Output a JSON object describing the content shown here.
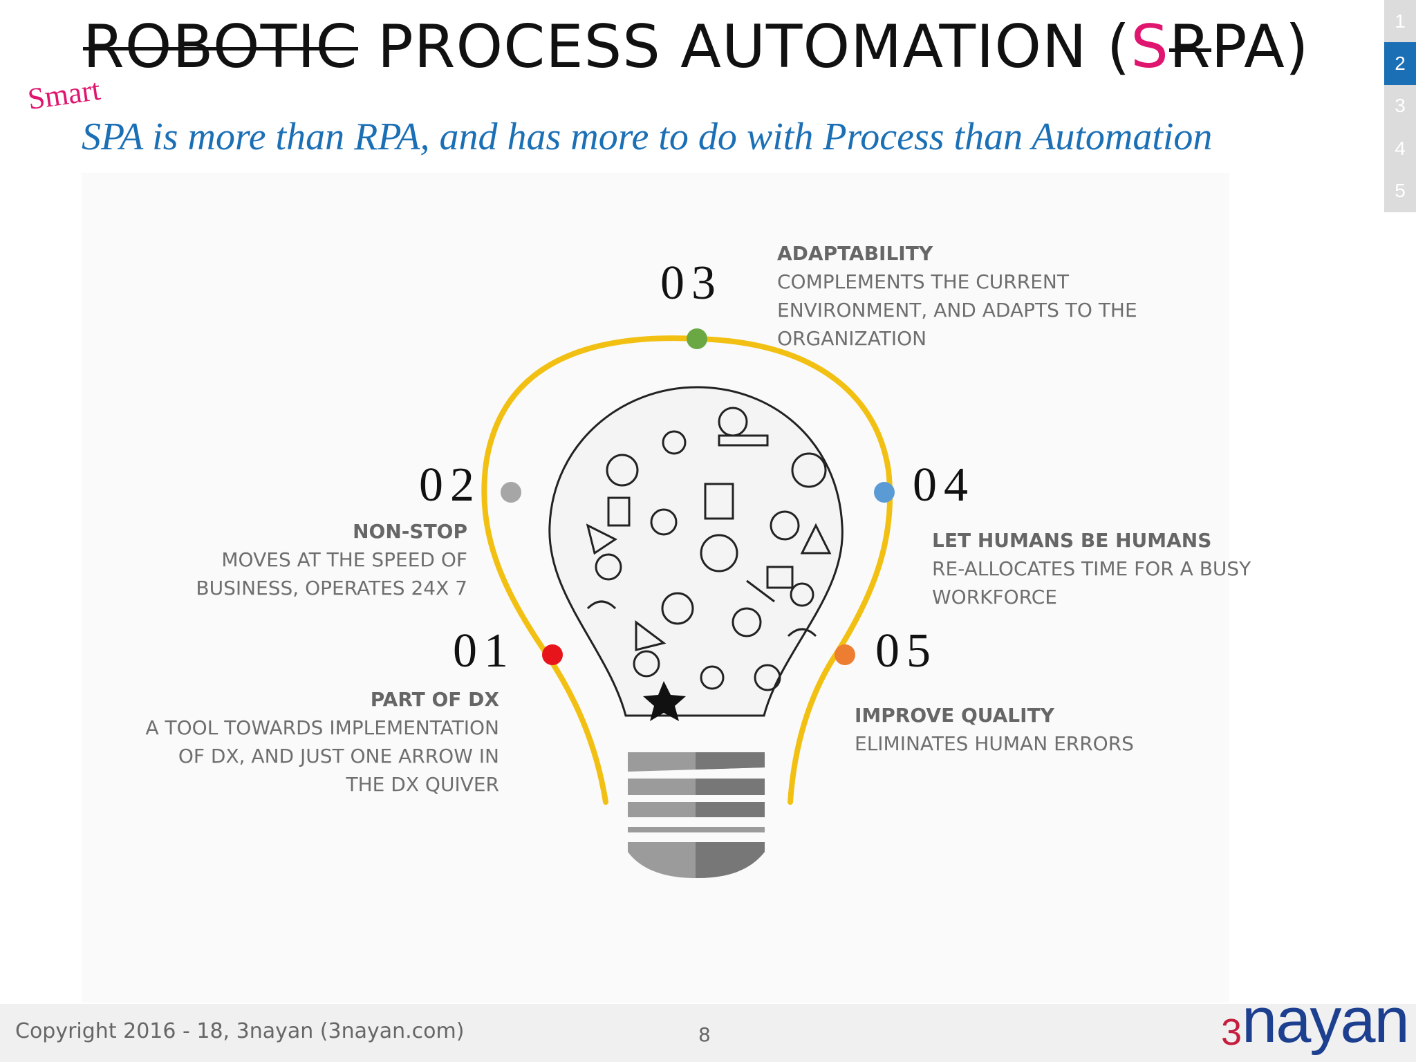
{
  "title": {
    "struck_word": "ROBOTIC",
    "main": "PROCESS AUTOMATION (",
    "s_letter": "S",
    "r_letter": "R",
    "tail": "PA)"
  },
  "smart_label": "Smart",
  "subtitle": "SPA is more than RPA, and has more to do with Process than Automation",
  "page_index": [
    "1",
    "2",
    "3",
    "4",
    "5"
  ],
  "page_index_active": "2",
  "points": [
    {
      "number": "01",
      "heading": "PART OF DX",
      "desc": "A TOOL TOWARDS IMPLEMENTATION OF DX, AND JUST ONE ARROW IN THE DX QUIVER",
      "color": "#e8141b"
    },
    {
      "number": "02",
      "heading": "NON-STOP",
      "desc": "MOVES AT THE SPEED OF BUSINESS, OPERATES 24X 7",
      "color": "#a6a6a6"
    },
    {
      "number": "03",
      "heading": "ADAPTABILITY",
      "desc": "COMPLEMENTS THE CURRENT ENVIRONMENT, AND ADAPTS TO THE ORGANIZATION",
      "color": "#6aa844"
    },
    {
      "number": "04",
      "heading": "LET HUMANS BE HUMANS",
      "desc": "RE-ALLOCATES TIME FOR A BUSY WORKFORCE",
      "color": "#5b9bd5"
    },
    {
      "number": "05",
      "heading": "IMPROVE QUALITY",
      "desc": "ELIMINATES HUMAN ERRORS",
      "color": "#ed7d31"
    }
  ],
  "colors": {
    "arc": "#f2c012",
    "title_accent": "#e0156f",
    "subtitle": "#1b6fb5",
    "logo": "#1d3f8f",
    "logo_accent": "#c61c3e"
  },
  "bulb_icon": "lightbulb-doodle-icon",
  "footer": {
    "copyright": "Copyright 2016 - 18, 3nayan (3nayan.com)",
    "slide_number": "8",
    "logo_prefix": "3",
    "logo_text": "nayan"
  }
}
